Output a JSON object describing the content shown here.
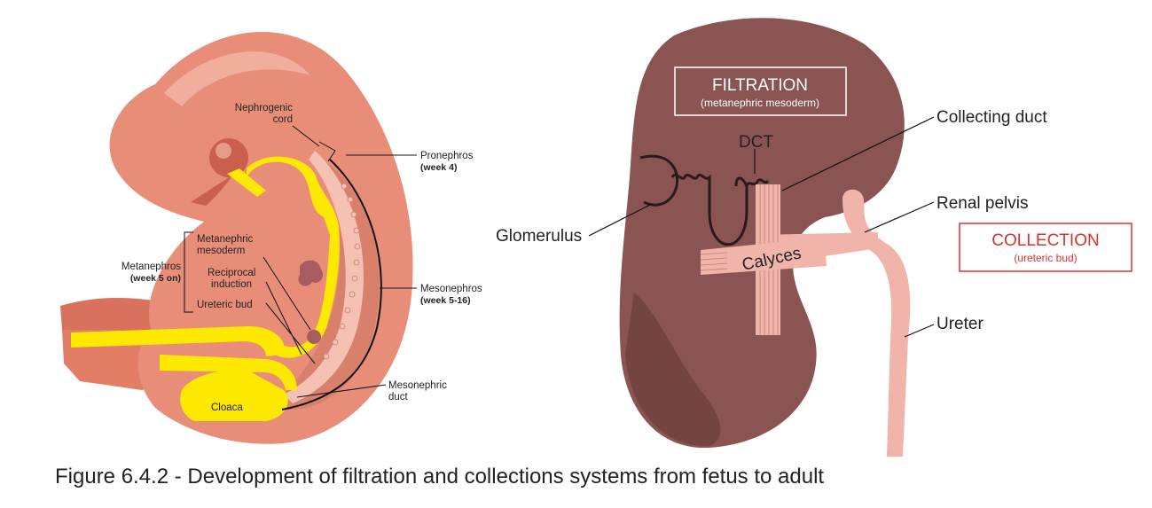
{
  "fetus": {
    "nephrogenic_cord": [
      "Nephrogenic",
      "cord"
    ],
    "pronephros": "Pronephros",
    "pronephros_week": "(week 4)",
    "metanephros": "Metanephros",
    "metanephros_week": "(week 5 on)",
    "metanephric_mesoderm": [
      "Metanephric",
      "mesoderm"
    ],
    "reciprocal_induction": [
      "Reciprocal",
      "induction"
    ],
    "ureteric_bud": "Ureteric bud",
    "mesonephros": "Mesonephros",
    "mesonephros_week": "(week 5-16)",
    "mesonephric_duct": [
      "Mesonephric",
      "duct"
    ],
    "cloaca": "Cloaca"
  },
  "kidney": {
    "filtration_title": "FILTRATION",
    "filtration_sub": "(metanephric mesoderm)",
    "collection_title": "COLLECTION",
    "collection_sub": "(ureteric bud)",
    "collecting_duct": "Collecting duct",
    "dct": "DCT",
    "renal_pelvis": "Renal pelvis",
    "glomerulus": "Glomerulus",
    "calyces": "Calyces",
    "ureter": "Ureter"
  },
  "caption": "Figure 6.4.2 - Development of filtration and collections systems from fetus to adult",
  "colors": {
    "skin": "#e88e78",
    "skin_light": "#f2b7a6",
    "yellow": "#fde800",
    "kidney": "#8a5452",
    "kidney_dark": "#744441",
    "ureter": "#f0b4aa",
    "collection_red": "#d8332f"
  }
}
